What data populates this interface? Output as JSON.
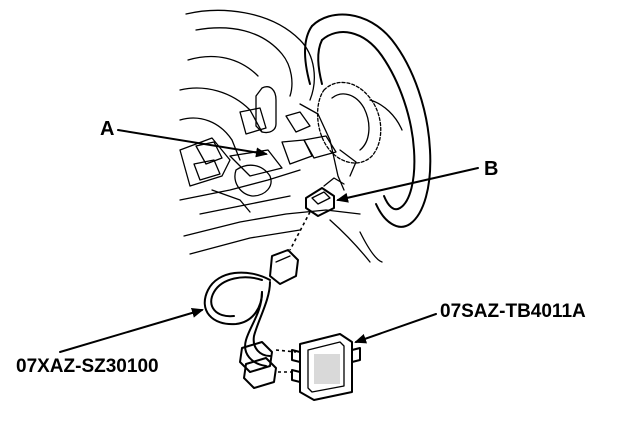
{
  "labels": {
    "a": "A",
    "b": "B",
    "tool_1": "07XAZ-SZ30100",
    "tool_2": "07SAZ-TB4011A"
  },
  "colors": {
    "line": "#000000",
    "background": "#ffffff"
  }
}
